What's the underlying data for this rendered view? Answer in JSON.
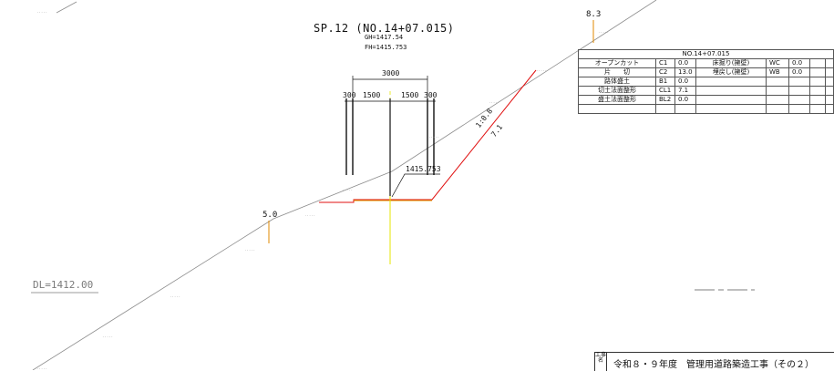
{
  "section": {
    "title": "SP.12 (NO.14+07.015)",
    "gh": "GH=1417.54",
    "fh": "FH=1415.753"
  },
  "dimensions": {
    "total_width": "3000",
    "left_outer": "300",
    "left_inner": "1500",
    "right_inner": "1500",
    "right_outer": "300",
    "fh_label": "1415.753",
    "slope_ratio": "1:0.8",
    "slope_length": "7.1"
  },
  "stakes": {
    "right": "8.3",
    "left": "5.0"
  },
  "datum": {
    "label": "DL=1412.00"
  },
  "quantity_table": {
    "header": "NO.14+07.015",
    "rows": [
      {
        "name": "オープンカット",
        "sym": "C1",
        "val": "0.0",
        "name2": "床掘り(擁壁)",
        "sym2": "WC",
        "val2": "0.0"
      },
      {
        "name": "片　　切",
        "sym": "C2",
        "val": "13.0",
        "name2": "埋戻し(擁壁)",
        "sym2": "WB",
        "val2": "0.0"
      },
      {
        "name": "路体盛土",
        "sym": "B1",
        "val": "0.0",
        "name2": "",
        "sym2": "",
        "val2": ""
      },
      {
        "name": "切土法面整形",
        "sym": "CL1",
        "val": "7.1",
        "name2": "",
        "sym2": "",
        "val2": ""
      },
      {
        "name": "盛土法面整形",
        "sym": "BL2",
        "val": "0.0",
        "name2": "",
        "sym2": "",
        "val2": ""
      },
      {
        "name": "",
        "sym": "",
        "val": "",
        "name2": "",
        "sym2": "",
        "val2": ""
      }
    ]
  },
  "title_block": {
    "caption": "工事名",
    "project_name": "令和８・９年度　管理用道路築造工事（その２）"
  },
  "colors": {
    "ground_line": "#8c8c8c",
    "design_line": "#e01010",
    "centerline": "#e6e600",
    "stake": "#e08a00",
    "dimension": "#111111"
  }
}
